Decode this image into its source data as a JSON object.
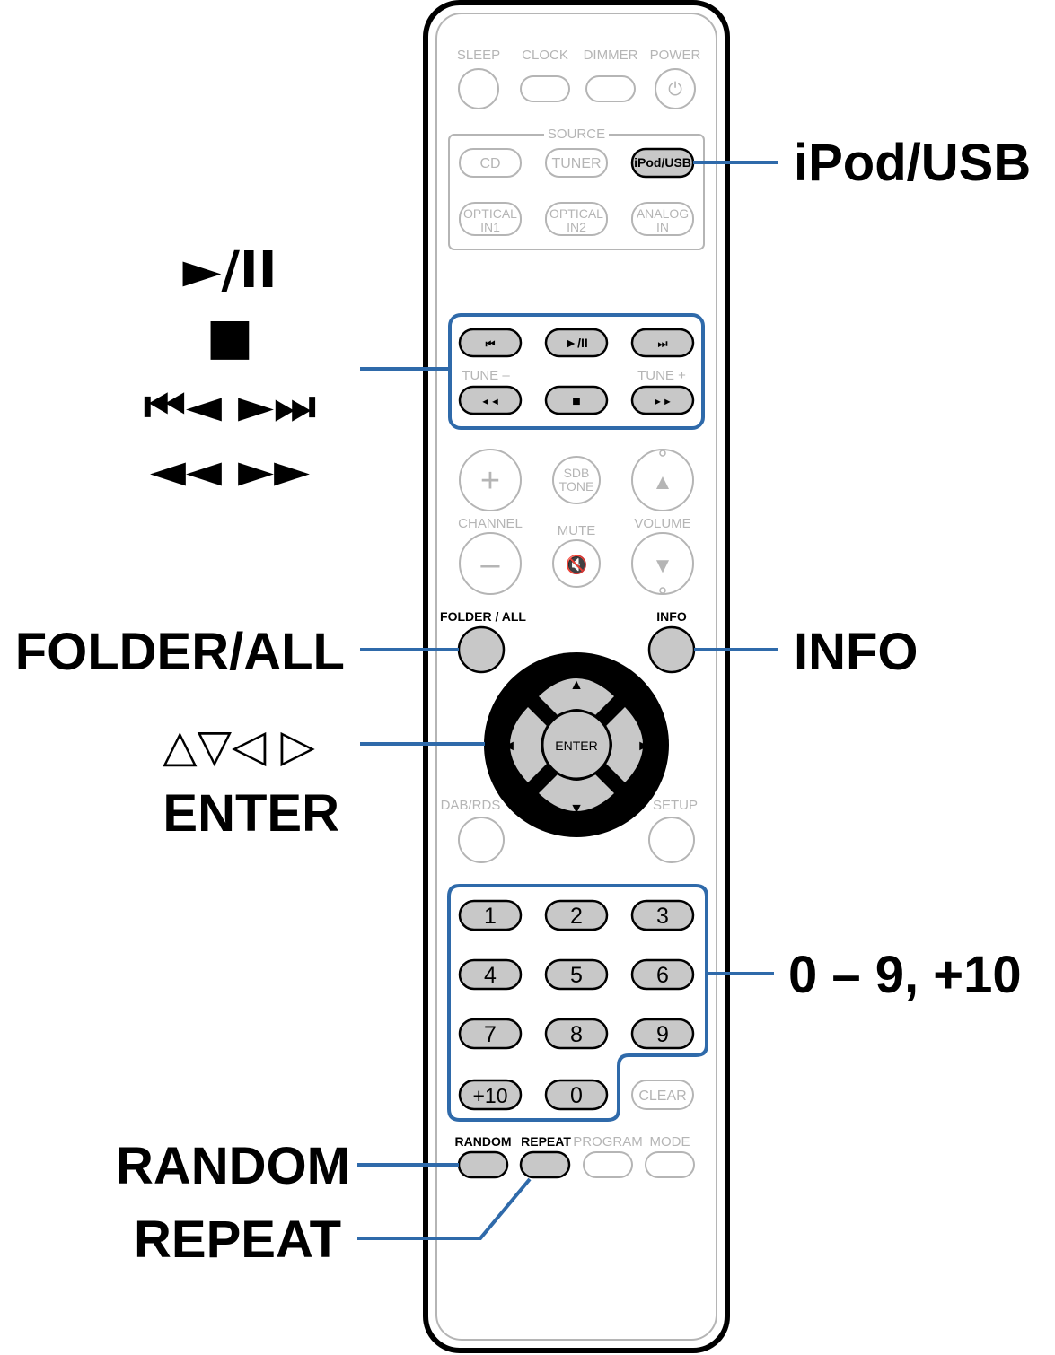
{
  "top_row": {
    "sleep": "SLEEP",
    "clock": "CLOCK",
    "dimmer": "DIMMER",
    "power": "POWER",
    "power_icon": "⏻"
  },
  "source": {
    "title": "SOURCE",
    "cd": "CD",
    "tuner": "TUNER",
    "ipod_usb": "iPod/USB",
    "optical_in1_a": "OPTICAL",
    "optical_in1_b": "IN1",
    "optical_in2_a": "OPTICAL",
    "optical_in2_b": "IN2",
    "analog_in_a": "ANALOG",
    "analog_in_b": "IN"
  },
  "transport": {
    "prev": "⏮",
    "play_pause": "►/II",
    "next": "⏭",
    "tune_minus": "TUNE –",
    "tune_plus": "TUNE +",
    "rewind": "◄◄",
    "stop": "■",
    "fast_forward": "►►"
  },
  "middle": {
    "ch_plus": "+",
    "sdb_a": "SDB",
    "sdb_b": "TONE",
    "vol_up": "▲",
    "channel": "CHANNEL",
    "mute": "MUTE",
    "volume": "VOLUME",
    "ch_minus": "–",
    "mute_icon": "🔇",
    "vol_down": "▼"
  },
  "nav": {
    "folder_all": "FOLDER / ALL",
    "info": "INFO",
    "enter": "ENTER",
    "up": "▲",
    "down": "▼",
    "left": "◄",
    "right": "►",
    "dab_rds": "DAB/RDS",
    "setup": "SETUP"
  },
  "numbers": {
    "keys": [
      "1",
      "2",
      "3",
      "4",
      "5",
      "6",
      "7",
      "8",
      "9",
      "+10",
      "0"
    ],
    "clear": "CLEAR"
  },
  "bottom_row": {
    "random": "RANDOM",
    "repeat": "REPEAT",
    "program": "PROGRAM",
    "mode": "MODE"
  },
  "callouts": {
    "ipod_usb": "iPod/USB",
    "transport_line1": "►/II",
    "transport_line2": "■",
    "transport_line3": "⏮◄ ►⏭",
    "transport_line4": "◄◄ ►►",
    "folder_all": "FOLDER/ALL",
    "info": "INFO",
    "cursor": "△▽◁ ▷",
    "enter": "ENTER",
    "numbers": "0 – 9, +10",
    "random": "RANDOM",
    "repeat": "REPEAT"
  },
  "colors": {
    "highlight": "#2f6aaa",
    "active_button": "#c8c8c8",
    "inactive_outline": "#b5b5b5"
  }
}
